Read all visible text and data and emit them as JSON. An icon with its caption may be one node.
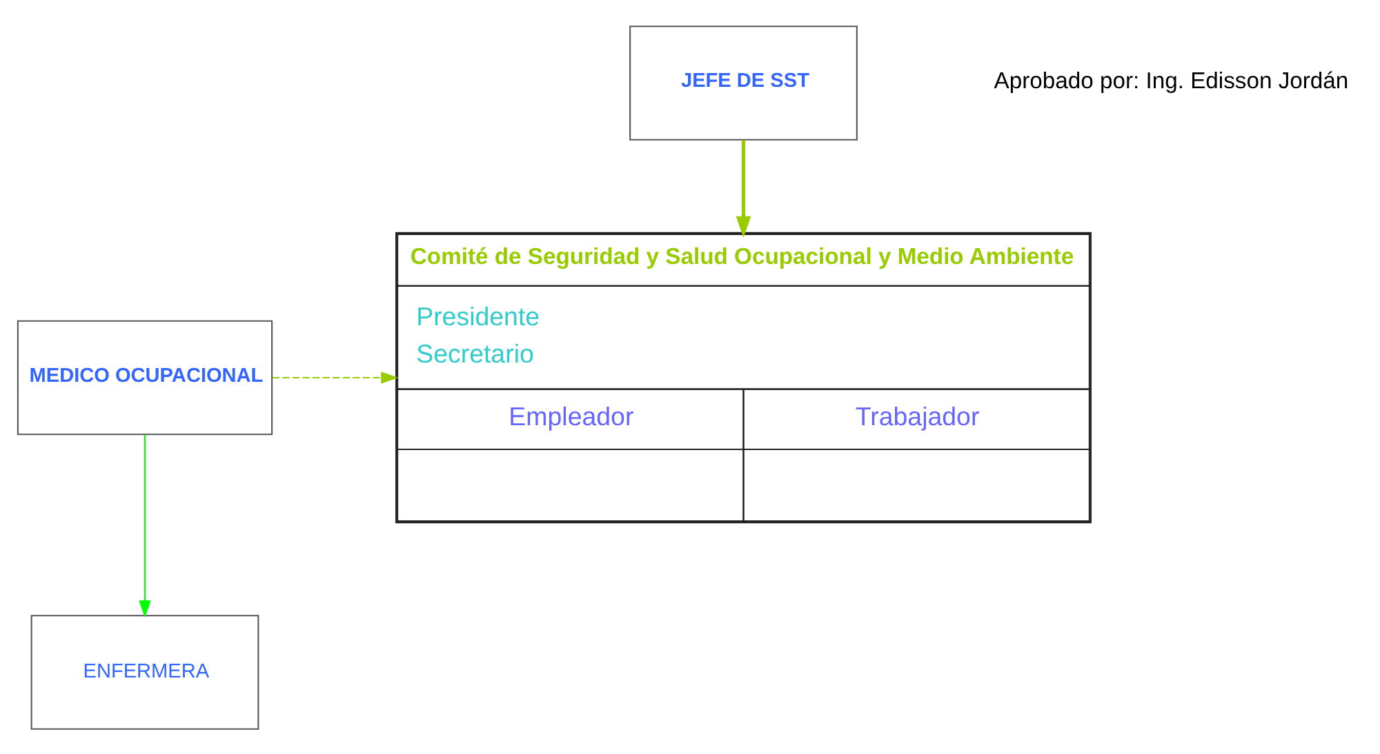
{
  "diagram": {
    "nodes": [
      {
        "text": [
          "JEFE DE SST"
        ]
      },
      {
        "text": [
          "Comité de Seguridad y Salud Ocupacional y Medio Ambiente",
          "Presidente",
          "Secretario",
          "Empleador",
          "Trabajador"
        ]
      },
      {
        "text": [
          "MEDICO OCUPACIONAL"
        ]
      },
      {
        "text": [
          "ENFERMERA"
        ]
      }
    ],
    "edges": [
      {
        "from": 0,
        "to": 1,
        "arrow": "to",
        "style": "thick",
        "color": "#99cc00"
      },
      {
        "from": 2,
        "to": 1,
        "arrow": "to",
        "style": "dashed",
        "color": "#99cc00"
      },
      {
        "from": 2,
        "to": 3,
        "arrow": "to",
        "color": "#00ff00"
      }
    ],
    "labels": [
      "Aprobado por: Ing. Edisson Jordán"
    ]
  }
}
